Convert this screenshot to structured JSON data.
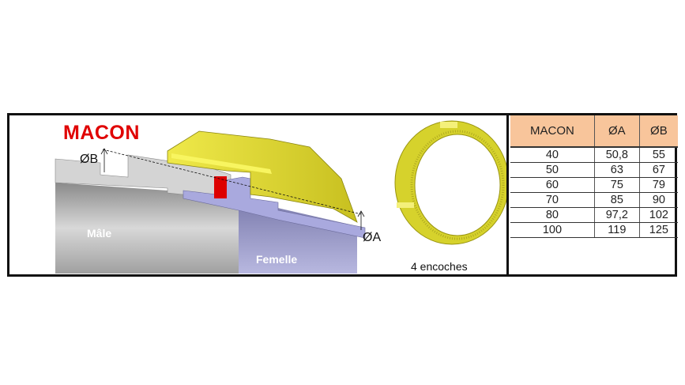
{
  "diagram": {
    "title": "MACON",
    "label_b": "ØB",
    "label_a": "ØA",
    "label_male": "Mâle",
    "label_female": "Femelle",
    "ring_caption": "4 encoches",
    "colors": {
      "nut": "#e0dc3a",
      "seal": "#dd0000",
      "male": "#c8c8c8",
      "female": "#a9a9de",
      "title": "#e00000"
    }
  },
  "table": {
    "headers": [
      "MACON",
      "ØA",
      "ØB"
    ],
    "rows": [
      [
        "40",
        "50,8",
        "55"
      ],
      [
        "50",
        "63",
        "67"
      ],
      [
        "60",
        "75",
        "79"
      ],
      [
        "70",
        "85",
        "90"
      ],
      [
        "80",
        "97,2",
        "102"
      ],
      [
        "100",
        "119",
        "125"
      ]
    ],
    "header_color": "#f8c59b"
  }
}
